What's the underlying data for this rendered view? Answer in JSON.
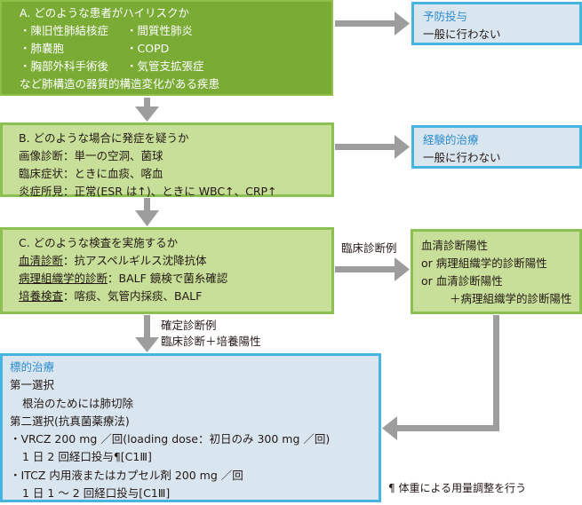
{
  "colors": {
    "green_dark": "#7aab35",
    "green_light": "#c7df98",
    "green_border": "#8cc152",
    "blue_fill": "#dae6ef",
    "blue_border": "#45b4e0",
    "blue_title": "#2e8ccf",
    "arrow": "#9d9d9d"
  },
  "box_a": {
    "title": "A. どのような患者がハイリスクか",
    "items": [
      [
        "・陳旧性肺結核症",
        "・間質性肺炎"
      ],
      [
        "・肺嚢胞",
        "・COPD"
      ],
      [
        "・胸部外科手術後",
        "・気管支拡張症"
      ]
    ],
    "footer": "など肺構造の器質的構造変化がある疾患"
  },
  "box_prevention": {
    "title": "予防投与",
    "text": "一般に行わない"
  },
  "box_b": {
    "title": "B. どのような場合に発症を疑うか",
    "lines": [
      "画像診断：単一の空洞、菌球",
      "臨床症状：ときに血痰、喀血",
      "炎症所見：正常(ESR は↑)、ときに WBC↑、CRP↑"
    ]
  },
  "box_empirical": {
    "title": "経験的治療",
    "text": "一般に行わない"
  },
  "box_c": {
    "title": "C. どのような検査を実施するか",
    "lines": [
      {
        "label": "血清診断",
        "text": "：抗アスペルギルス沈降抗体"
      },
      {
        "label": "病理組織学的診断",
        "text": "：BALF 鏡検で菌糸確認"
      },
      {
        "label": "培養検査",
        "text": "：喀痰、気管内採痰、BALF"
      }
    ]
  },
  "arrow_labels": {
    "clinical": "臨床診断例",
    "confirmed_1": "確定診断例",
    "confirmed_2": "臨床診断＋培養陽性"
  },
  "box_lab": {
    "lines": [
      "血清診断陽性",
      "or 病理組織学的診断陽性",
      "or 血清診断陽性",
      "＋病理組織学的診断陽性"
    ]
  },
  "box_treatment": {
    "title": "標的治療",
    "first_choice": "第一選択",
    "first_choice_detail": "根治のためには肺切除",
    "second_choice": "第二選択(抗真菌薬療法)",
    "regimens": [
      {
        "line1": "・VRCZ 200 mg ／回(loading dose：初日のみ 300 mg ／回)",
        "line2": "1 日 2 回経口投与¶[C1Ⅲ]"
      },
      {
        "line1": "・ITCZ 内用液またはカプセル剤 200 mg ／回",
        "line2": "1 日 1 ～ 2 回経口投与[C1Ⅲ]"
      }
    ]
  },
  "footnote": "¶ 体重による用量調整を行う"
}
